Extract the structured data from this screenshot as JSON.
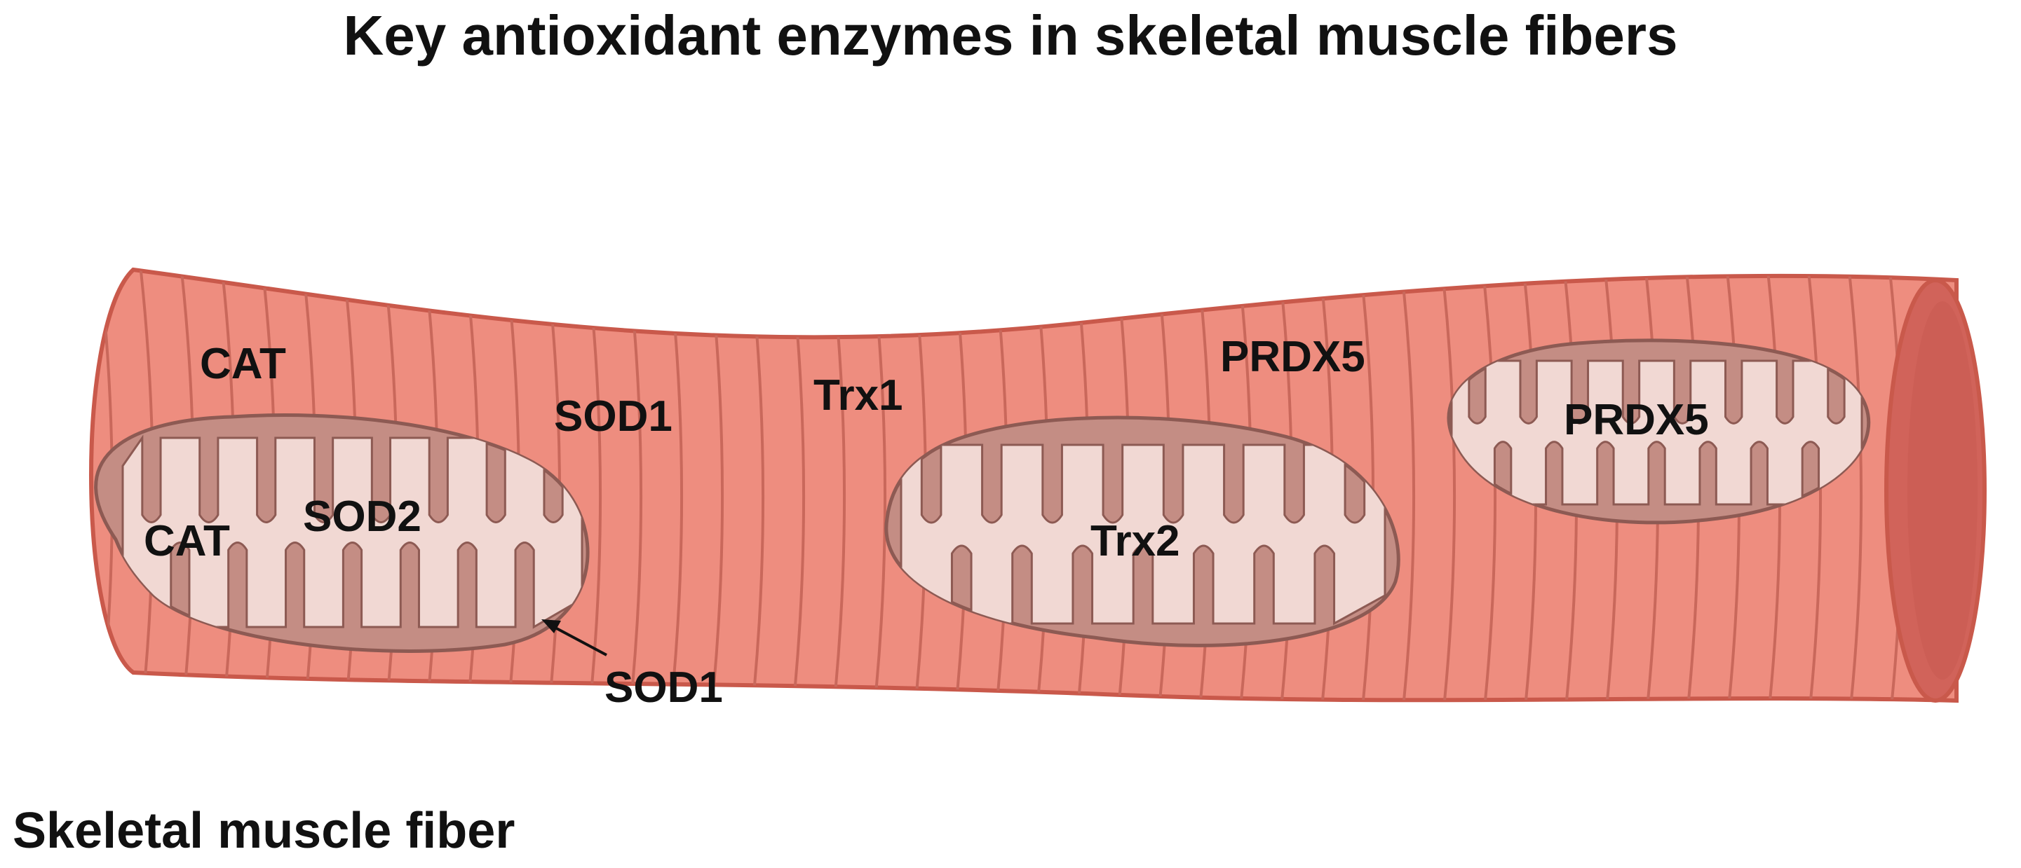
{
  "title": "Key antioxidant enzymes in skeletal muscle fibers",
  "fiber_label": "Skeletal muscle fiber",
  "cytosol_labels": {
    "cat": "CAT",
    "sod1": "SOD1",
    "trx1": "Trx1",
    "prdx5": "PRDX5"
  },
  "mito1_labels": {
    "cat": "CAT",
    "sod2": "SOD2",
    "sod1_ims": "SOD1"
  },
  "mito2_labels": {
    "trx2": "Trx2"
  },
  "mito3_labels": {
    "prdx5": "PRDX5"
  },
  "colors": {
    "fiber": "#ee8d7f",
    "fiber_outline": "#c9594b",
    "striation": "#c9685b",
    "fiber_end": "#d1635a",
    "mito_outer": "#c48d84",
    "mito_outline": "#8d5a53",
    "mito_matrix": "#f1d8d3",
    "text": "#111111"
  }
}
